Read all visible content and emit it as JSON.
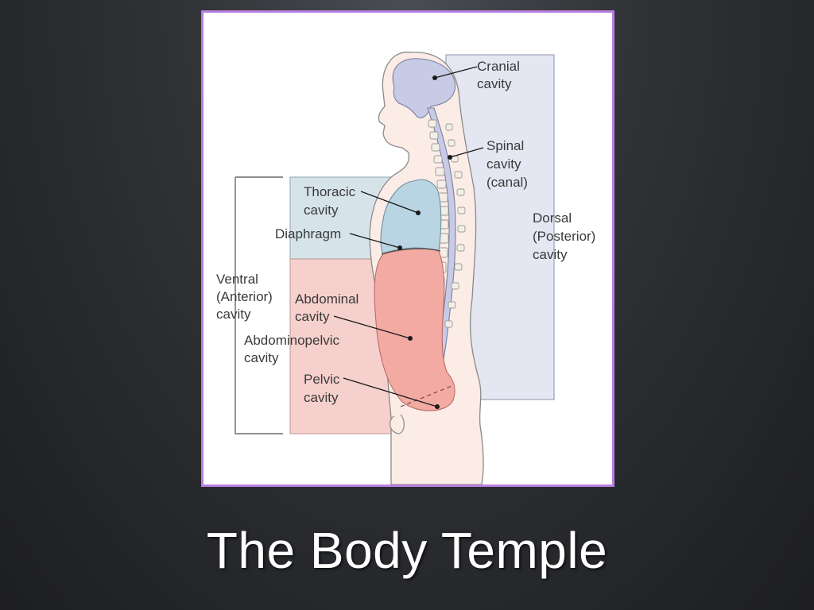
{
  "slide": {
    "title": "The Body Temple"
  },
  "diagram": {
    "labels": {
      "cranial_1": "Cranial",
      "cranial_2": "cavity",
      "spinal_1": "Spinal",
      "spinal_2": "cavity",
      "spinal_3": "(canal)",
      "dorsal_1": "Dorsal",
      "dorsal_2": "(Posterior)",
      "dorsal_3": "cavity",
      "thoracic_1": "Thoracic",
      "thoracic_2": "cavity",
      "diaphragm": "Diaphragm",
      "ventral_1": "Ventral",
      "ventral_2": "(Anterior)",
      "ventral_3": "cavity",
      "abdominal_1": "Abdominal",
      "abdominal_2": "cavity",
      "abdominopelvic_1": "Abdominopelvic",
      "abdominopelvic_2": "cavity",
      "pelvic_1": "Pelvic",
      "pelvic_2": "cavity"
    },
    "colors": {
      "dorsal_region": "#e4e6f2",
      "thoracic_region": "#d6e4ea",
      "abdominopelvic_region": "#f6d0cc",
      "cavity_dorsal": "#c7cbe6",
      "cavity_thoracic": "#b9d4e2",
      "cavity_abdominal": "#f3aaa3",
      "frame_border": "#b87fe0"
    }
  }
}
